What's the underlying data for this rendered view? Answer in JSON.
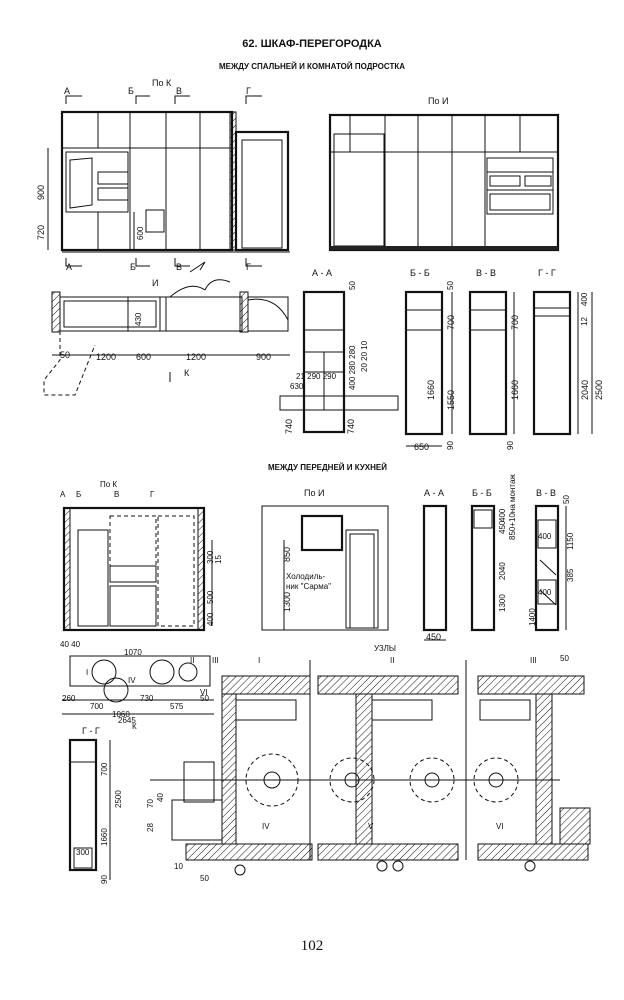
{
  "title": "62. ШКАФ-ПЕРЕГОРОДКА",
  "subtitle_top": "МЕЖДУ СПАЛЬНЕЙ И КОМНАТОЙ ПОДРОСТКА",
  "subtitle_bottom": "МЕЖДУ ПЕРЕДНЕЙ И КУХНЕЙ",
  "page_number": "102",
  "views": {
    "po_k": "По К",
    "po_i": "По И",
    "po_i_2": "По И",
    "po_k_2": "По К",
    "uzly": "УЗЛЫ"
  },
  "sections": {
    "a": "А",
    "b": "Б",
    "v": "В",
    "g": "Г",
    "aa": "А - А",
    "bb": "Б - Б",
    "vv": "В - В",
    "gg": "Г - Г",
    "i": "И",
    "k": "К"
  },
  "dims_top": {
    "d900": "900",
    "d720": "720",
    "d600": "600",
    "d50": "50",
    "d1200a": "1200",
    "d600b": "600",
    "d1200b": "1200",
    "d900b": "900",
    "d430": "430",
    "d700a": "700",
    "d700b": "700",
    "d1660a": "1660",
    "d1550": "1550",
    "d1660b": "1660",
    "d90a": "90",
    "d90b": "90",
    "d650": "650",
    "d740a": "740",
    "d740b": "740",
    "d2040": "2040",
    "d2500": "2500",
    "d400": "400",
    "d12": "12",
    "aa_dims": "400 280 280",
    "aa_small": "20 20 10",
    "aa_row": "21 290 290",
    "aa_630": "630",
    "d50b": "50",
    "d50c": "50"
  },
  "dims_bottom": {
    "d850": "850",
    "d1300": "1300",
    "fridge": "Холодиль-\nник \"Сарма\"",
    "d300": "300",
    "d15": "15",
    "d500": "500",
    "d400": "400",
    "d450": "450",
    "d400b": "400",
    "d450b": "450",
    "d850mount": "850+10на монтаж",
    "d2040": "2040",
    "d1300b": "1300",
    "d1150": "1150",
    "d385": "385",
    "d400c": "400",
    "d400d": "400",
    "d1400": "1400",
    "d50": "50",
    "d4040": "40 40",
    "d1070": "1070",
    "d260": "260",
    "d700": "700",
    "d1060": "1060",
    "d730": "730",
    "d575": "575",
    "d50b": "50",
    "d2645": "2645",
    "d700b": "700",
    "d2500": "2500",
    "d1660": "1660",
    "d300b": "300",
    "d90": "90",
    "d70": "70",
    "d40": "40",
    "d28": "28",
    "d10": "10",
    "d50c": "50",
    "d50d": "50"
  },
  "roman": {
    "r1": "I",
    "r2": "II",
    "r3": "III",
    "r4": "IV",
    "r5": "V",
    "r6": "VI"
  }
}
